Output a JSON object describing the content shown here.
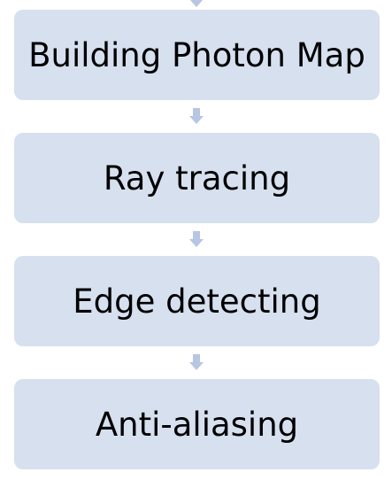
{
  "diagram": {
    "type": "vertical-process-flow",
    "box_fill": "#d6e0ef",
    "arrow_fill": "#b6c6e3",
    "text_color": "#000000",
    "steps": [
      {
        "label": "Building Photon Map"
      },
      {
        "label": "Ray tracing"
      },
      {
        "label": "Edge detecting"
      },
      {
        "label": "Anti-aliasing"
      }
    ],
    "connectors": [
      {
        "from": "Building Photon Map",
        "to": "Ray tracing",
        "icon": "down-arrow-icon"
      },
      {
        "from": "Ray tracing",
        "to": "Edge detecting",
        "icon": "down-arrow-icon"
      },
      {
        "from": "Edge detecting",
        "to": "Anti-aliasing",
        "icon": "down-arrow-icon"
      }
    ],
    "top_connector_icon": "down-arrow-icon"
  }
}
